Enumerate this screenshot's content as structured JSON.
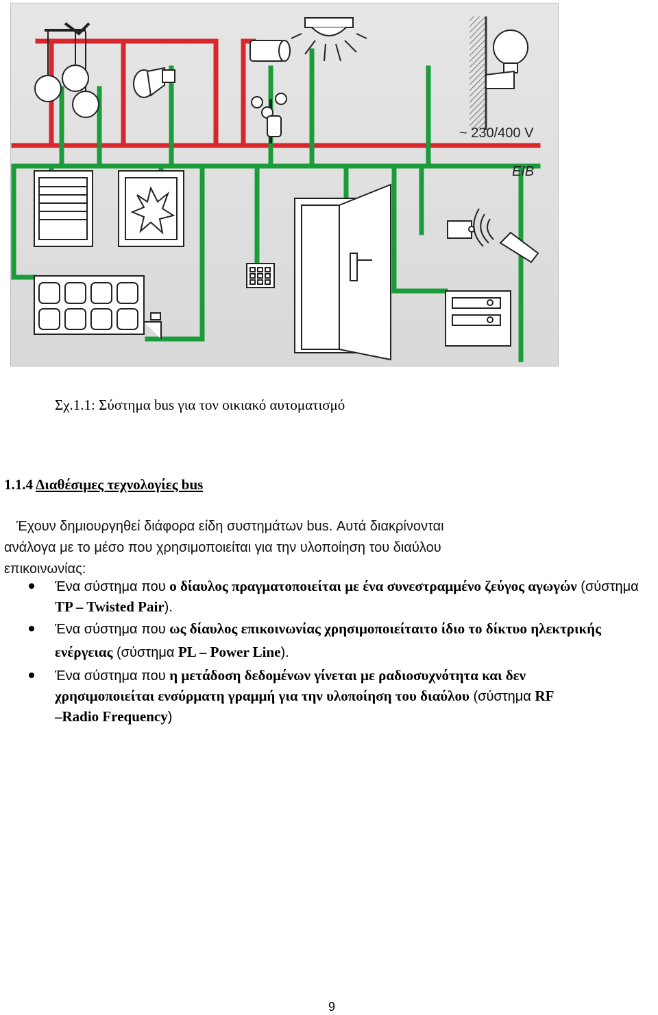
{
  "figure": {
    "voltage_label": "~ 230/400 V",
    "bus_label": "EIB",
    "colors": {
      "power_line": "#d9262c",
      "bus_line": "#1a9c3a",
      "background": "#e2e2e2"
    }
  },
  "caption": "Σχ.1.1: Σύστημα bus για τον οικιακό αυτοματισμό",
  "section": {
    "number": "1.1.4",
    "title": "Διαθέσιμες τεχνολογίες bus"
  },
  "intro": {
    "line1": "Έχουν δημιουργηθεί διάφορα είδη συστημάτων bus. Αυτά διακρίνονται",
    "line2": "ανάλογα με το μέσο που χρησιμοποιείται για την υλοποίηση του διαύλου",
    "line3": "επικοινωνίας:"
  },
  "bullets": [
    {
      "a": "Ένα σύστημα που ",
      "b": "ο δίαυλος πραγματοποιείται με ένα συνεστραμμένο ζεύγος αγωγών",
      "c": " (σύστημα ",
      "d": "TP – Twisted Pair",
      "e": ")."
    },
    {
      "a": "Ένα σύστημα που ",
      "b": "ως δίαυλος επικοινωνίας χρησιμοποιείταιτο ίδιο το δίκτυο ηλεκτρικής ενέργειας",
      "c": " (σύστημα ",
      "d": "PL – Power Line",
      "e": ")."
    },
    {
      "a": "Ένα σύστημα που ",
      "b1": "η μετάδοση δεδομένων γίνεται με ραδιοσυχνότητα και δεν",
      "b2": "χρησιμοποιείται ενσύρματη γραμμή για την υλοποίηση του διαύλου",
      "c": " (σύστημα ",
      "d1": "RF",
      "d2": "–Radio Frequency",
      "e": ")"
    }
  ],
  "page_number": "9"
}
